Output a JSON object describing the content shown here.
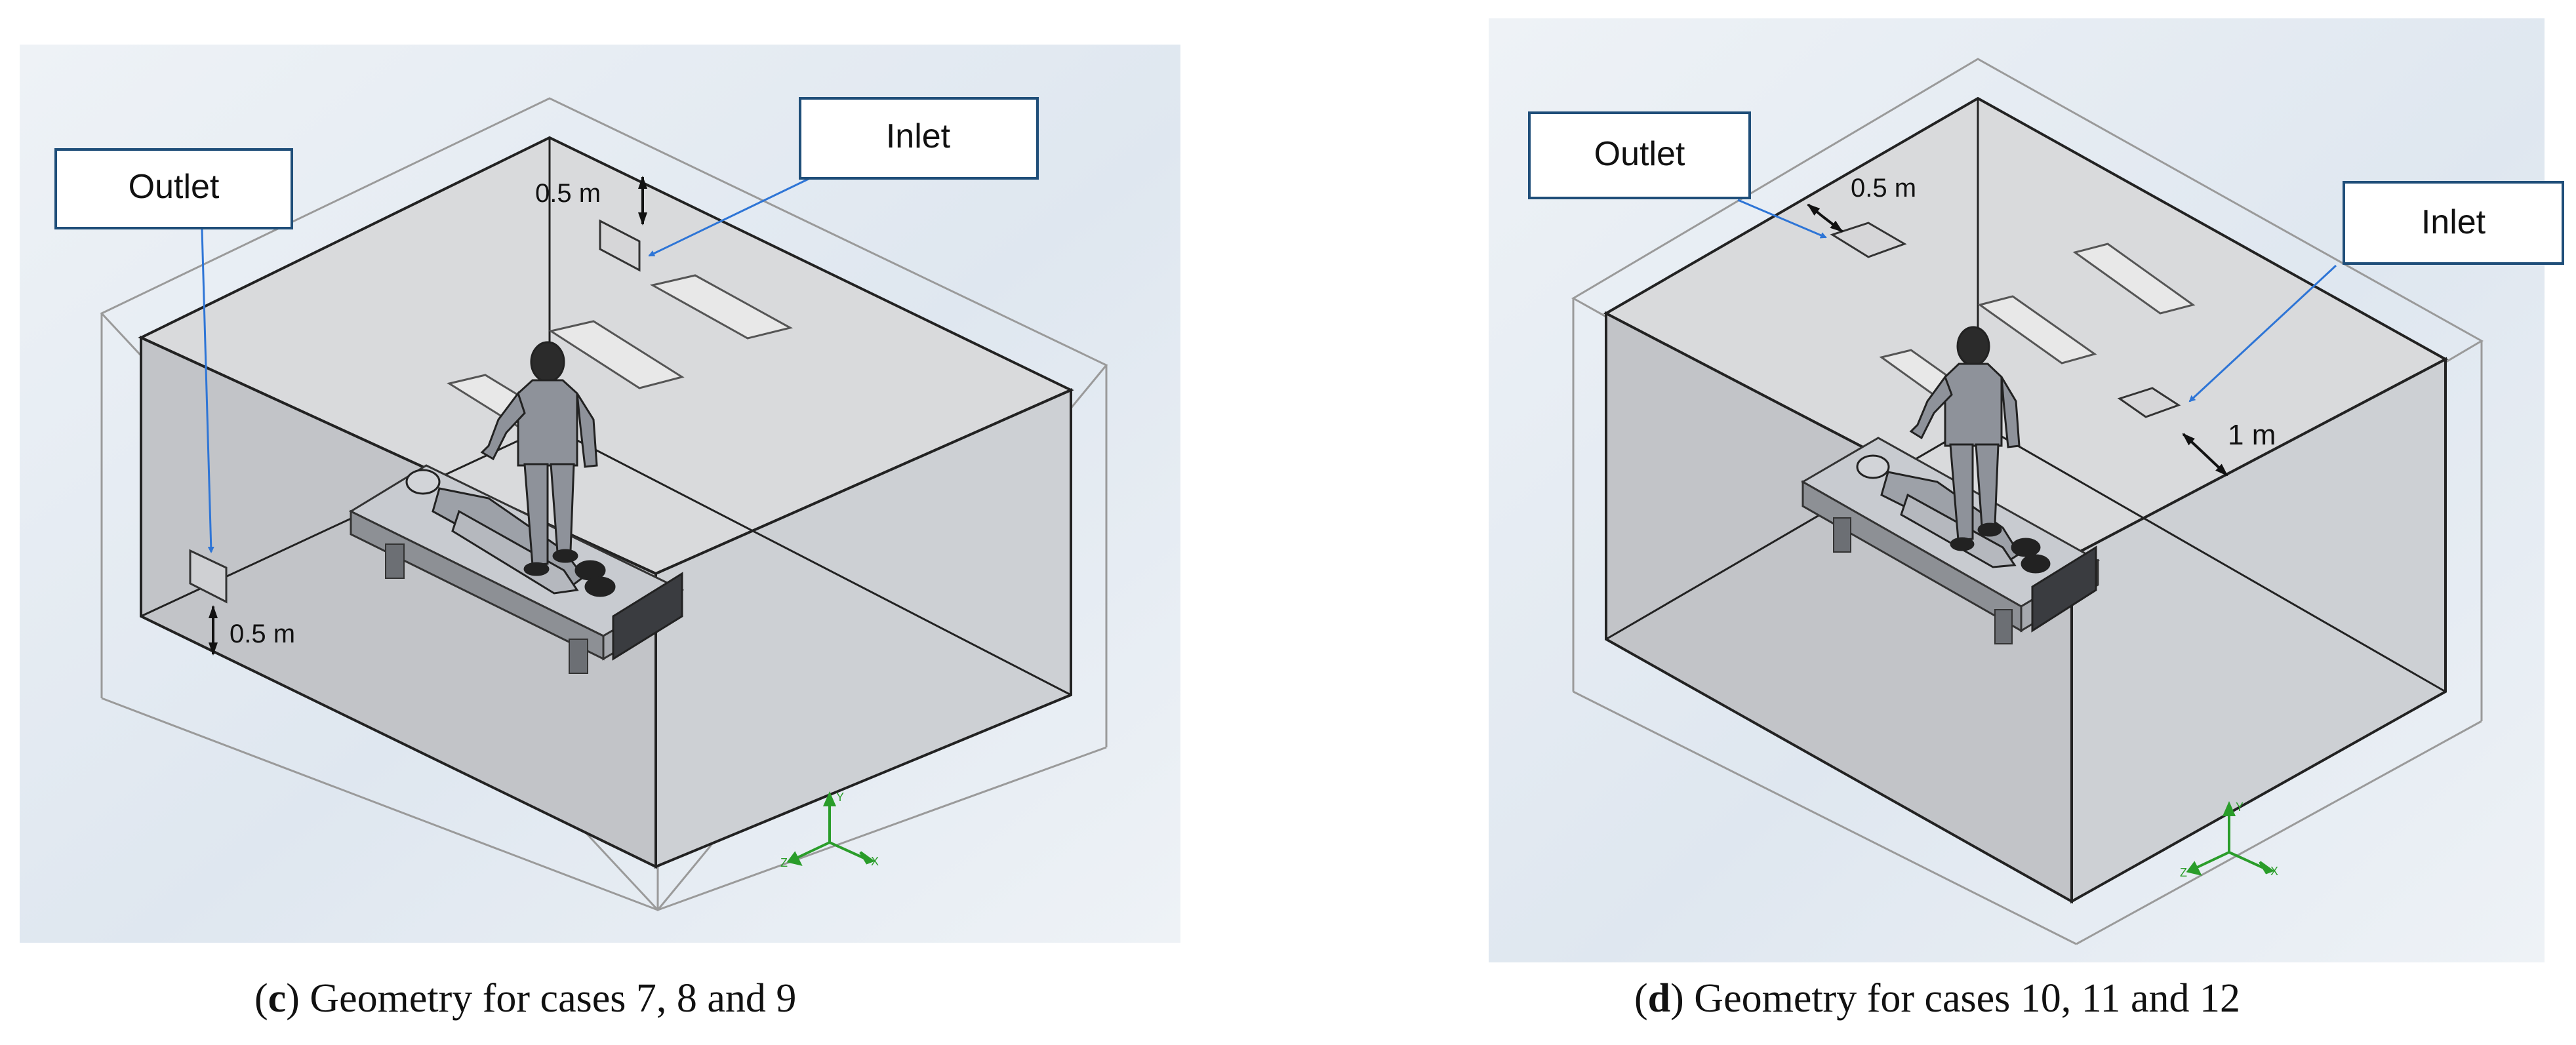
{
  "panel_c": {
    "caption_letter": "c",
    "caption_text": "Geometry for cases 7, 8 and 9",
    "label_outlet": "Outlet",
    "label_inlet": "Inlet",
    "dim_inlet": "0.5 m",
    "dim_outlet": "0.5 m",
    "axis_y": "Y",
    "axis_x": "X",
    "axis_z": "Z"
  },
  "panel_d": {
    "caption_letter": "d",
    "caption_text": "Geometry for cases 10, 11 and 12",
    "label_outlet": "Outlet",
    "label_inlet": "Inlet",
    "dim_outlet": "0.5 m",
    "dim_inlet": "1 m",
    "axis_y": "Y",
    "axis_x": "X",
    "axis_z": "Z"
  },
  "colors": {
    "callout_border": "#1f4e79",
    "arrow_blue": "#2e75d6",
    "axis_green": "#2a9d2a",
    "room_fill": "#c3c5c9",
    "background_top": "#dde6f0"
  }
}
